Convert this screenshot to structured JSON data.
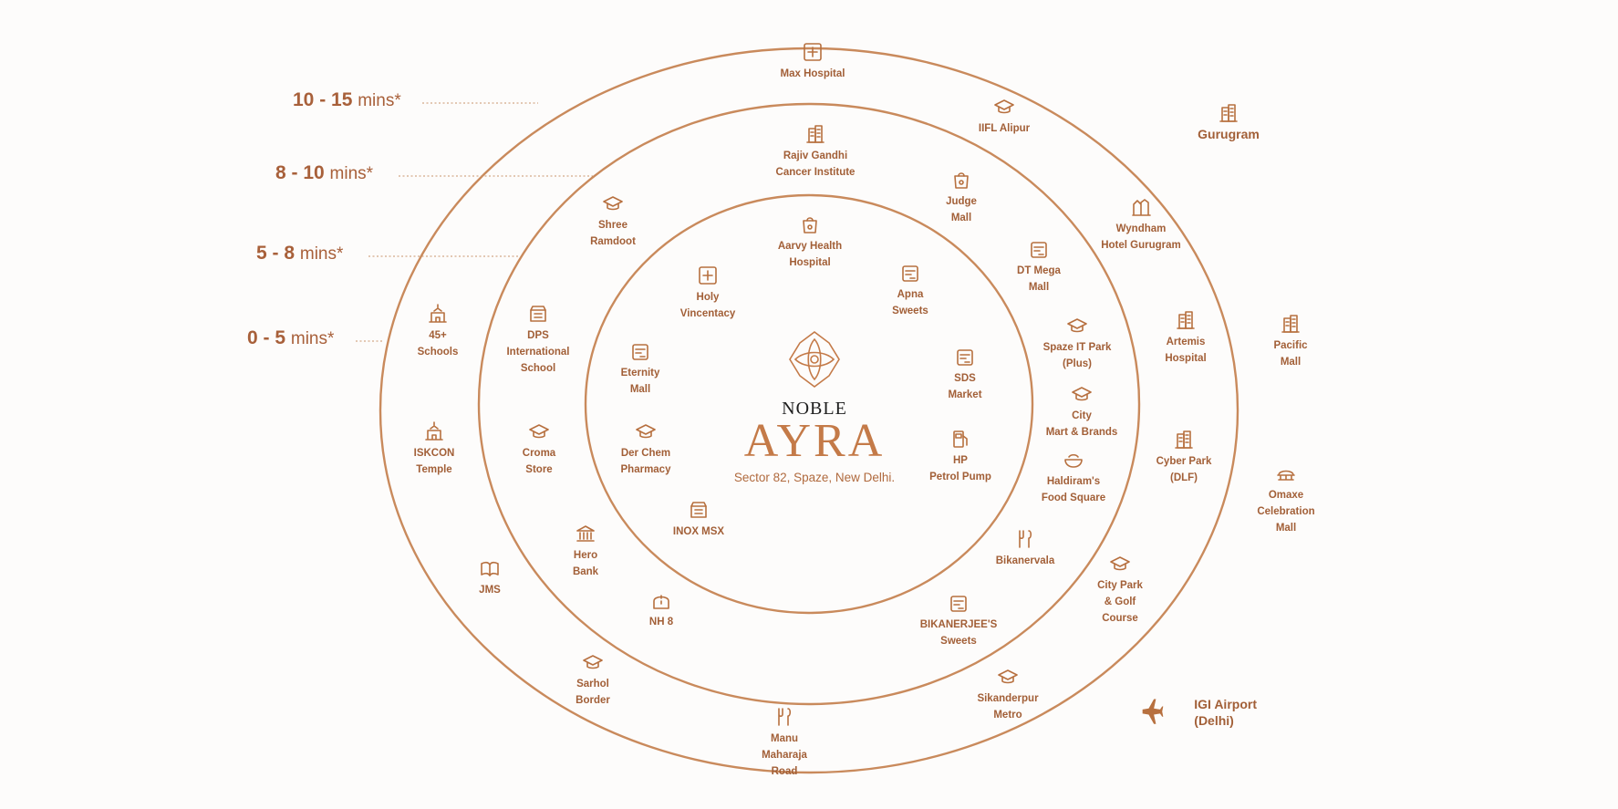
{
  "accent_color": "#c98a5c",
  "text_color": "#a25f37",
  "bands": [
    {
      "label": "10 - 15",
      "unit": "mins*"
    },
    {
      "label": "8 - 10",
      "unit": "mins*"
    },
    {
      "label": "5 - 8",
      "unit": "mins*"
    },
    {
      "label": "0 - 5",
      "unit": "mins*"
    }
  ],
  "project": {
    "brand": "NOBLE",
    "name": "AYRA",
    "address": "Sector 82, Spaze, New Delhi."
  },
  "places": [
    {
      "label": "Max Hospital",
      "icon": "hospital-cross-icon"
    },
    {
      "label": "IIFL Alipur",
      "icon": "graduation-cap-icon"
    },
    {
      "label": "Gurugram",
      "icon": "city-buildings-icon"
    },
    {
      "label": "Rajiv Gandhi\nCancer Institute",
      "icon": "building-icon"
    },
    {
      "label": "Judge\nMall",
      "icon": "shopping-bag-icon"
    },
    {
      "label": "Wyndham\nHotel Gurugram",
      "icon": "hotel-icon"
    },
    {
      "label": "Shree\nRamdoot",
      "icon": "graduation-cap-icon"
    },
    {
      "label": "Aarvy Health\nHospital",
      "icon": "health-bag-icon"
    },
    {
      "label": "DT Mega\nMall",
      "icon": "mall-icon"
    },
    {
      "label": "Apna\nSweets",
      "icon": "sweets-icon"
    },
    {
      "label": "Holy\nVincentacy",
      "icon": "hospital-cross-icon"
    },
    {
      "label": "Spaze IT Park\n(Plus)",
      "icon": "graduation-cap-icon"
    },
    {
      "label": "Artemis\nHospital",
      "icon": "hospital-building-icon"
    },
    {
      "label": "Pacific\nMall",
      "icon": "mall-building-icon"
    },
    {
      "label": "45+\nSchools",
      "icon": "temple-school-icon"
    },
    {
      "label": "DPS\nInternational\nSchool",
      "icon": "school-icon"
    },
    {
      "label": "Eternity\nMall",
      "icon": "mall-icon"
    },
    {
      "label": "SDS\nMarket",
      "icon": "market-icon"
    },
    {
      "label": "City\nMart & Brands",
      "icon": "graduation-cap-icon"
    },
    {
      "label": "ISKCON\nTemple",
      "icon": "temple-icon"
    },
    {
      "label": "Croma\nStore",
      "icon": "graduation-cap-icon"
    },
    {
      "label": "Der Chem\nPharmacy",
      "icon": "graduation-cap-icon"
    },
    {
      "label": "HP\nPetrol Pump",
      "icon": "fuel-pump-icon"
    },
    {
      "label": "Haldiram's\nFood Square",
      "icon": "food-bowl-icon"
    },
    {
      "label": "Cyber Park\n(DLF)",
      "icon": "office-building-icon"
    },
    {
      "label": "Omaxe\nCelebration\nMall",
      "icon": "mall-dome-icon"
    },
    {
      "label": "INOX MSX",
      "icon": "cinema-icon"
    },
    {
      "label": "Hero\nBank",
      "icon": "bank-icon"
    },
    {
      "label": "Bikanervala",
      "icon": "restaurant-icon"
    },
    {
      "label": "JMS",
      "icon": "book-icon"
    },
    {
      "label": "City Park\n& Golf\nCourse",
      "icon": "graduation-cap-icon"
    },
    {
      "label": "NH 8",
      "icon": "road-sign-icon"
    },
    {
      "label": "BIKANERJEE'S\nSweets",
      "icon": "sweets-box-icon"
    },
    {
      "label": "Sarhol\nBorder",
      "icon": "graduation-cap-icon"
    },
    {
      "label": "Sikanderpur\nMetro",
      "icon": "graduation-cap-icon"
    },
    {
      "label": "IGI Airport\n(Delhi)",
      "icon": "airplane-icon"
    },
    {
      "label": "Manu\nMaharaja\nRoad",
      "icon": "road-icon"
    }
  ]
}
